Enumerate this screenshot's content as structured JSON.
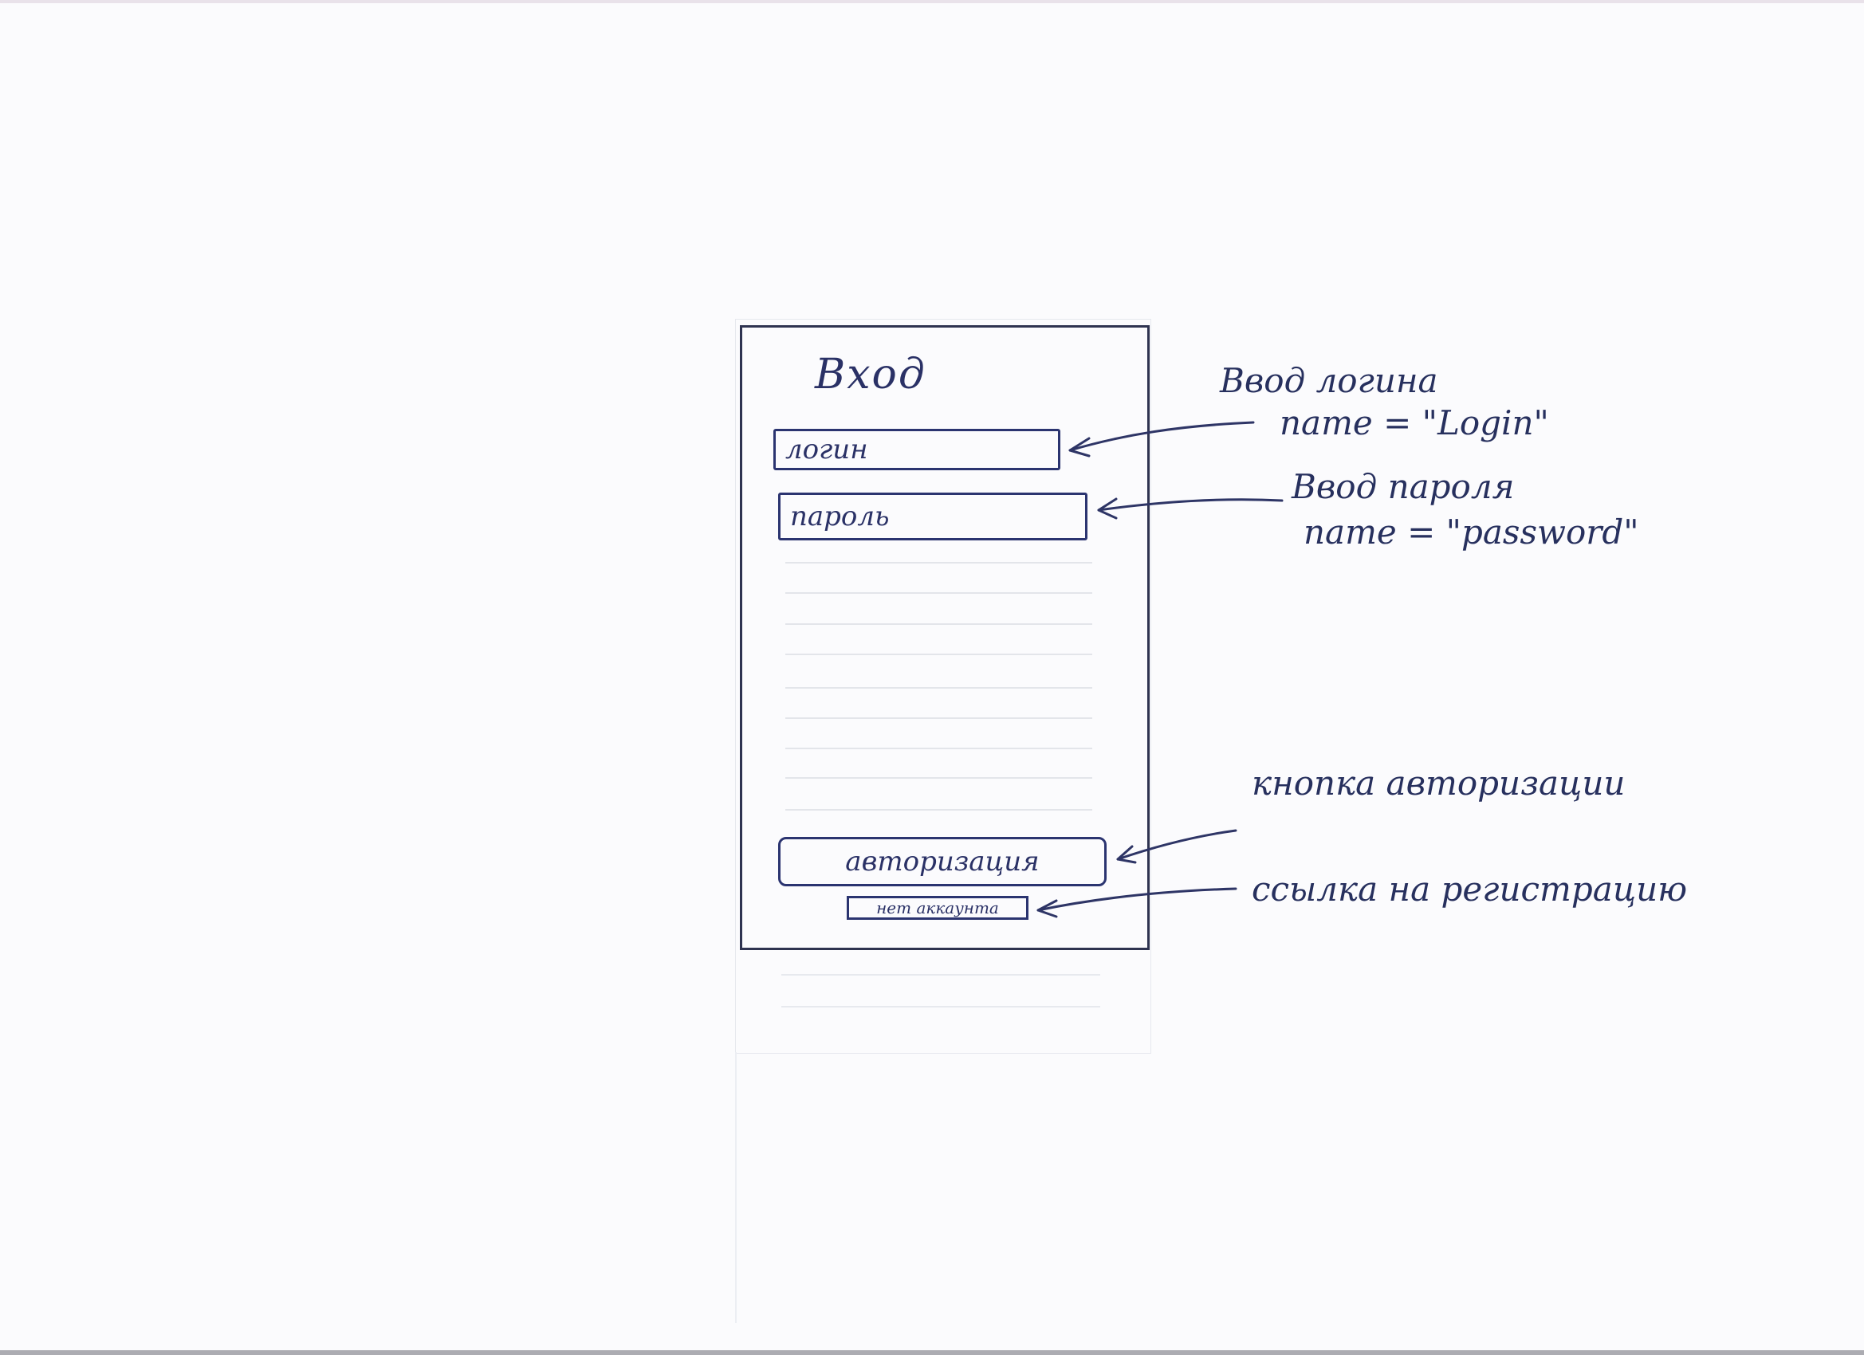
{
  "screen": {
    "title": "Вход",
    "login_field": "логин",
    "password_field": "пароль",
    "auth_button": "авторизация",
    "register_link": "нет аккаунта"
  },
  "annotations": {
    "login_note_line1": "Ввод логина",
    "login_note_line2": "name = \"Login\"",
    "password_note_line1": "Ввод пароля",
    "password_note_line2": "name = \"password\"",
    "auth_note": "кнопка авторизации",
    "register_note": "ссылка на регистрацию"
  }
}
